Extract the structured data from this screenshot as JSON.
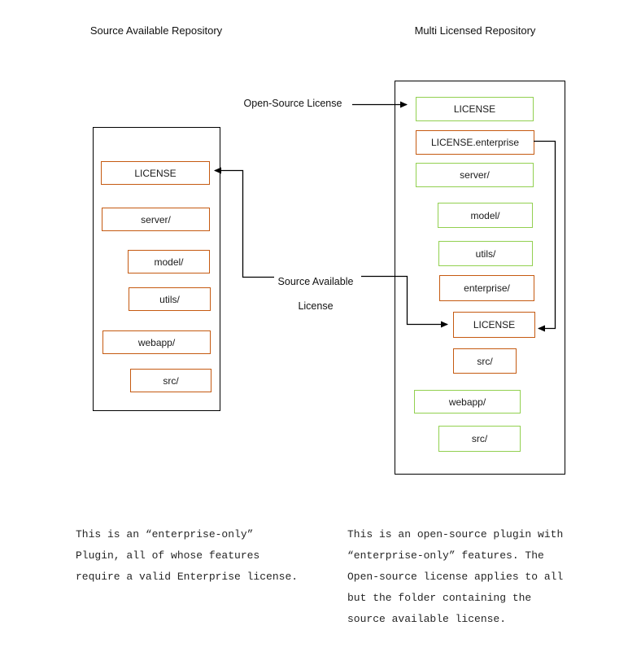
{
  "diagram": {
    "left_repo": {
      "title": "Source Available Repository",
      "items": [
        {
          "label": "LICENSE",
          "license": "source-available"
        },
        {
          "label": "server/",
          "license": "source-available"
        },
        {
          "label": "model/",
          "license": "source-available"
        },
        {
          "label": "utils/",
          "license": "source-available"
        },
        {
          "label": "webapp/",
          "license": "source-available"
        },
        {
          "label": "src/",
          "license": "source-available"
        }
      ],
      "note": "This is an “enterprise-only”\nPlugin, all of whose features\nrequire a valid Enterprise license."
    },
    "right_repo": {
      "title": "Multi Licensed Repository",
      "items": [
        {
          "label": "LICENSE",
          "license": "open-source"
        },
        {
          "label": "LICENSE.enterprise",
          "license": "source-available"
        },
        {
          "label": "server/",
          "license": "open-source"
        },
        {
          "label": "model/",
          "license": "open-source"
        },
        {
          "label": "utils/",
          "license": "open-source"
        },
        {
          "label": "enterprise/",
          "license": "source-available"
        },
        {
          "label": "LICENSE",
          "license": "source-available"
        },
        {
          "label": "src/",
          "license": "source-available"
        },
        {
          "label": "webapp/",
          "license": "open-source"
        },
        {
          "label": "src/",
          "license": "open-source"
        }
      ],
      "note": "This is an open-source plugin with\n“enterprise-only” features. The\nOpen-source license applies to all\nbut the folder containing the\nsource available license."
    },
    "connector_labels": {
      "open_source": "Open-Source License",
      "source_available_line1": "Source Available",
      "source_available_line2": "License"
    },
    "colors": {
      "open_source_border": "#92d050",
      "source_available_border": "#c55a11",
      "connector_line": "#000000",
      "outer_box_border": "#000000"
    }
  }
}
